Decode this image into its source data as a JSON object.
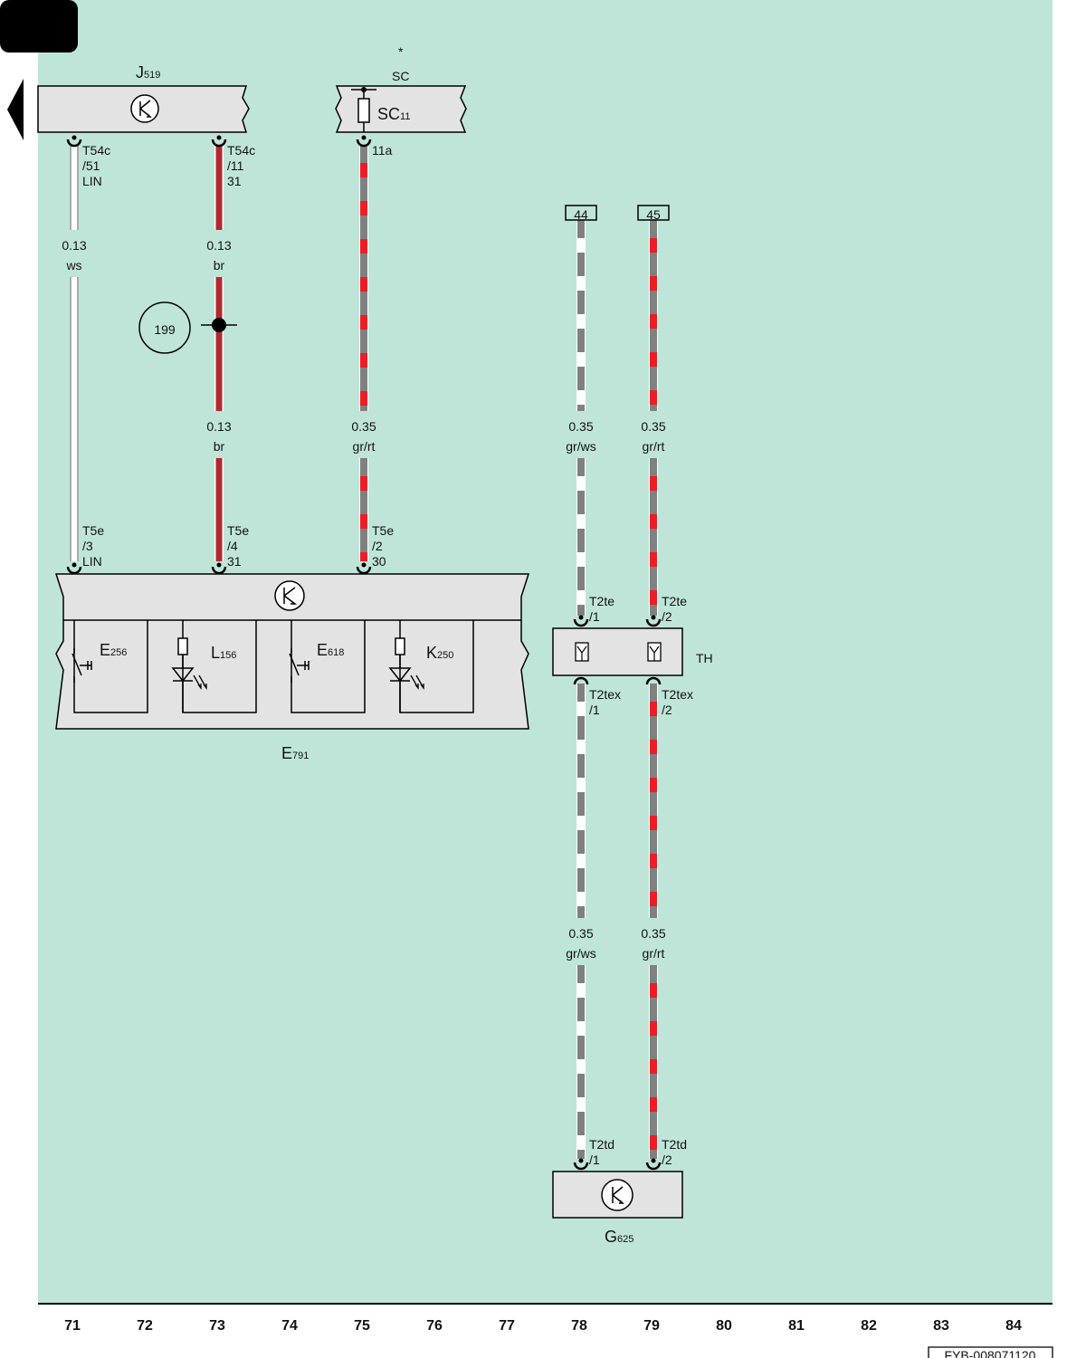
{
  "components": {
    "j519": {
      "name": "J",
      "sub": "519"
    },
    "sc11": {
      "name": "SC",
      "sub": "11",
      "star": "*",
      "group": "SC"
    },
    "e791": {
      "name": "E",
      "sub": "791"
    },
    "e256": {
      "name": "E",
      "sub": "256"
    },
    "l156": {
      "name": "L",
      "sub": "156"
    },
    "e618": {
      "name": "E",
      "sub": "618"
    },
    "k250": {
      "name": "K",
      "sub": "250"
    },
    "th": {
      "name": "TH"
    },
    "g625": {
      "name": "G",
      "sub": "625"
    }
  },
  "ground_ref": "199",
  "wires": [
    {
      "id": "w71",
      "color1": "#ffffff",
      "color2": null,
      "labels": [
        {
          "size": "0.13",
          "code": "ws"
        }
      ],
      "top_pin": [
        "T54c",
        "/51",
        "LIN"
      ],
      "bottom_pin": [
        "T5e",
        "/3",
        "LIN"
      ]
    },
    {
      "id": "w73",
      "color1": "#b3282d",
      "color2": null,
      "labels": [
        {
          "size": "0.13",
          "code": "br"
        },
        {
          "size": "0.13",
          "code": "br"
        }
      ],
      "top_pin": [
        "T54c",
        "/11",
        "31"
      ],
      "bottom_pin": [
        "T5e",
        "/4",
        "31"
      ]
    },
    {
      "id": "w75",
      "color1": "#808080",
      "color2": "#ee1c24",
      "labels": [
        {
          "size": "0.35",
          "code": "gr/rt"
        }
      ],
      "top_pin": [
        "11a"
      ],
      "bottom_pin": [
        "T5e",
        "/2",
        "30"
      ]
    },
    {
      "id": "w78",
      "color1": "#808080",
      "color2": "#ffffff",
      "labels": [
        {
          "size": "0.35",
          "code": "gr/ws"
        },
        {
          "size": "0.35",
          "code": "gr/ws"
        }
      ],
      "ref": "44",
      "pins": [
        [
          "T2te",
          "/1"
        ],
        [
          "T2tex",
          "/1"
        ],
        [
          "T2td",
          "/1"
        ]
      ]
    },
    {
      "id": "w79",
      "color1": "#808080",
      "color2": "#ee1c24",
      "labels": [
        {
          "size": "0.35",
          "code": "gr/rt"
        },
        {
          "size": "0.35",
          "code": "gr/rt"
        }
      ],
      "ref": "45",
      "pins": [
        [
          "T2te",
          "/2"
        ],
        [
          "T2tex",
          "/2"
        ],
        [
          "T2td",
          "/2"
        ]
      ]
    }
  ],
  "columns": [
    "71",
    "72",
    "73",
    "74",
    "75",
    "76",
    "77",
    "78",
    "79",
    "80",
    "81",
    "82",
    "83",
    "84"
  ],
  "footer_code": "FYB-008071120"
}
